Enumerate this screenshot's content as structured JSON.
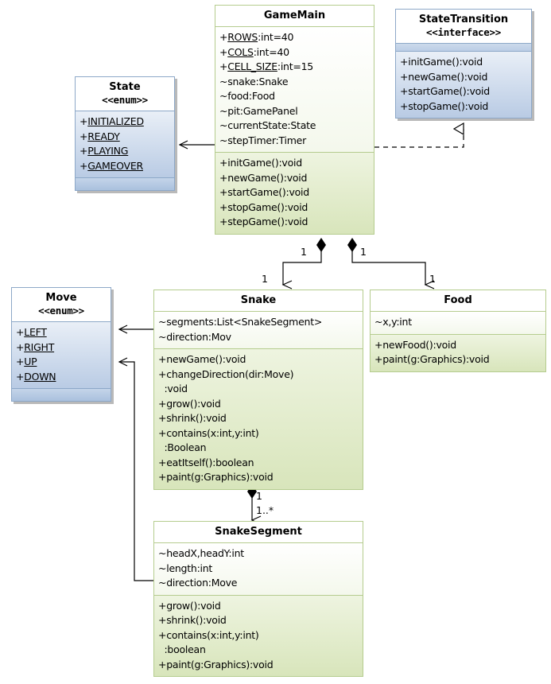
{
  "diagram": {
    "title": "Snake Game UML Class Diagram",
    "colors": {
      "class_border": "#b5cc8e",
      "class_ops_fill": "#d8e5bb",
      "enum_border": "#8da8c8",
      "enum_fill": "#b9cbe4",
      "line": "#000000"
    }
  },
  "classes": {
    "gamemain": {
      "name": "GameMain",
      "attributes": [
        {
          "text": "+ROWS:int=40",
          "static_part": "ROWS",
          "prefix": "+",
          "suffix": ":int=40"
        },
        {
          "text": "+COLS:int=40",
          "static_part": "COLS",
          "prefix": "+",
          "suffix": ":int=40"
        },
        {
          "text": "+CELL_SIZE:int=15",
          "static_part": "CELL_SIZE",
          "prefix": "+",
          "suffix": ":int=15"
        },
        {
          "text": "~snake:Snake"
        },
        {
          "text": "~food:Food"
        },
        {
          "text": "~pit:GamePanel"
        },
        {
          "text": "~currentState:State"
        },
        {
          "text": "~stepTimer:Timer"
        }
      ],
      "operations": [
        {
          "text": "+initGame():void"
        },
        {
          "text": "+newGame():void"
        },
        {
          "text": "+startGame():void"
        },
        {
          "text": "+stopGame():void"
        },
        {
          "text": "+stepGame():void"
        }
      ]
    },
    "statetransition": {
      "name": "StateTransition",
      "stereotype": "<<interface>>",
      "operations": [
        {
          "text": "+initGame():void"
        },
        {
          "text": "+newGame():void"
        },
        {
          "text": "+startGame():void"
        },
        {
          "text": "+stopGame():void"
        }
      ]
    },
    "state": {
      "name": "State",
      "stereotype": "<<enum>>",
      "literals": [
        {
          "prefix": "+",
          "static_part": "INITIALIZED"
        },
        {
          "prefix": "+",
          "static_part": "READY"
        },
        {
          "prefix": "+",
          "static_part": "PLAYING"
        },
        {
          "prefix": "+",
          "static_part": "GAMEOVER"
        }
      ]
    },
    "move": {
      "name": "Move",
      "stereotype": "<<enum>>",
      "literals": [
        {
          "prefix": "+",
          "static_part": "LEFT"
        },
        {
          "prefix": "+",
          "static_part": "RIGHT"
        },
        {
          "prefix": "+",
          "static_part": "UP"
        },
        {
          "prefix": "+",
          "static_part": "DOWN"
        }
      ]
    },
    "snake": {
      "name": "Snake",
      "attributes": [
        {
          "text": "~segments:List<SnakeSegment>"
        },
        {
          "text": "~direction:Mov"
        }
      ],
      "operations": [
        {
          "text": "+newGame():void"
        },
        {
          "text": "+changeDirection(dir:Move)"
        },
        {
          "text": "  :void"
        },
        {
          "text": "+grow():void"
        },
        {
          "text": "+shrink():void"
        },
        {
          "text": "+contains(x:int,y:int)"
        },
        {
          "text": "  :Boolean"
        },
        {
          "text": "+eatItself():boolean"
        },
        {
          "text": "+paint(g:Graphics):void"
        }
      ]
    },
    "food": {
      "name": "Food",
      "attributes": [
        {
          "text": "~x,y:int"
        }
      ],
      "operations": [
        {
          "text": "+newFood():void"
        },
        {
          "text": "+paint(g:Graphics):void"
        }
      ]
    },
    "snakesegment": {
      "name": "SnakeSegment",
      "attributes": [
        {
          "text": "~headX,headY:int"
        },
        {
          "text": "~length:int"
        },
        {
          "text": "~direction:Move"
        }
      ],
      "operations": [
        {
          "text": "+grow():void"
        },
        {
          "text": "+shrink():void"
        },
        {
          "text": "+contains(x:int,y:int)"
        },
        {
          "text": "  :boolean"
        },
        {
          "text": "+paint(g:Graphics):void"
        }
      ]
    }
  },
  "relationships": {
    "gamemain_snake": {
      "type": "composition",
      "source_mult": "1",
      "target_mult": "1"
    },
    "gamemain_food": {
      "type": "composition",
      "source_mult": "1",
      "target_mult": "1"
    },
    "snake_snakesegment": {
      "type": "composition",
      "source_mult": "1",
      "target_mult": "1..*"
    },
    "gamemain_state": {
      "type": "association"
    },
    "gamemain_statetransition": {
      "type": "realization"
    },
    "snake_move": {
      "type": "association"
    },
    "snakesegment_move": {
      "type": "association"
    }
  }
}
